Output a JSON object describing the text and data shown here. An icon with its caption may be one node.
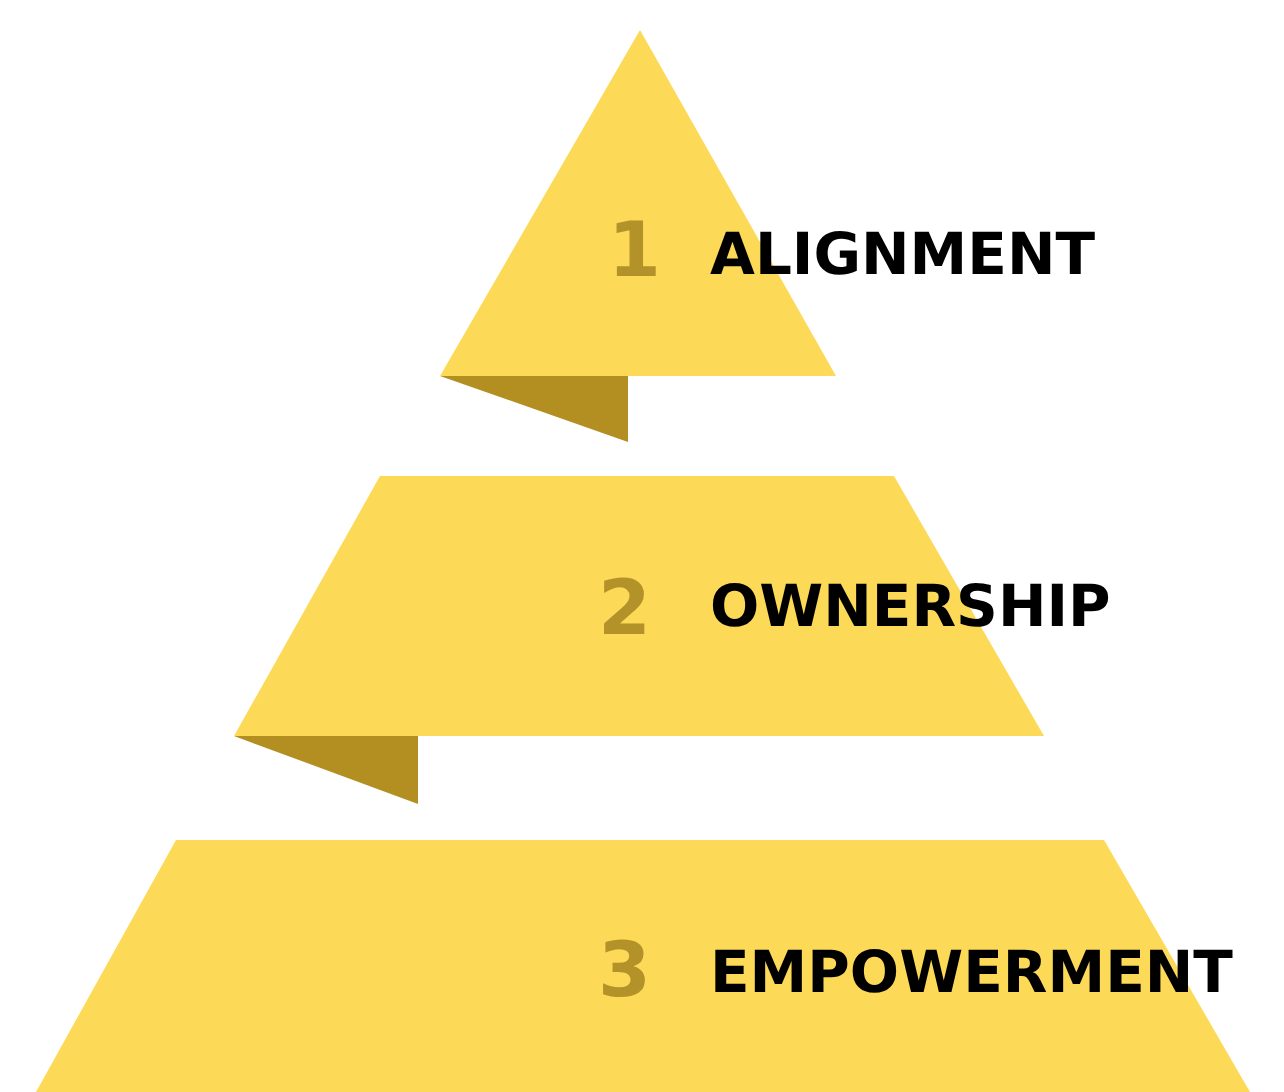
{
  "diagram": {
    "nodes": [
      {
        "text": [
          "1",
          "ALIGNMENT"
        ]
      },
      {
        "text": [
          "2",
          "OWNERSHIP"
        ]
      },
      {
        "text": [
          "3",
          "EMPOWERMENT"
        ]
      }
    ]
  }
}
